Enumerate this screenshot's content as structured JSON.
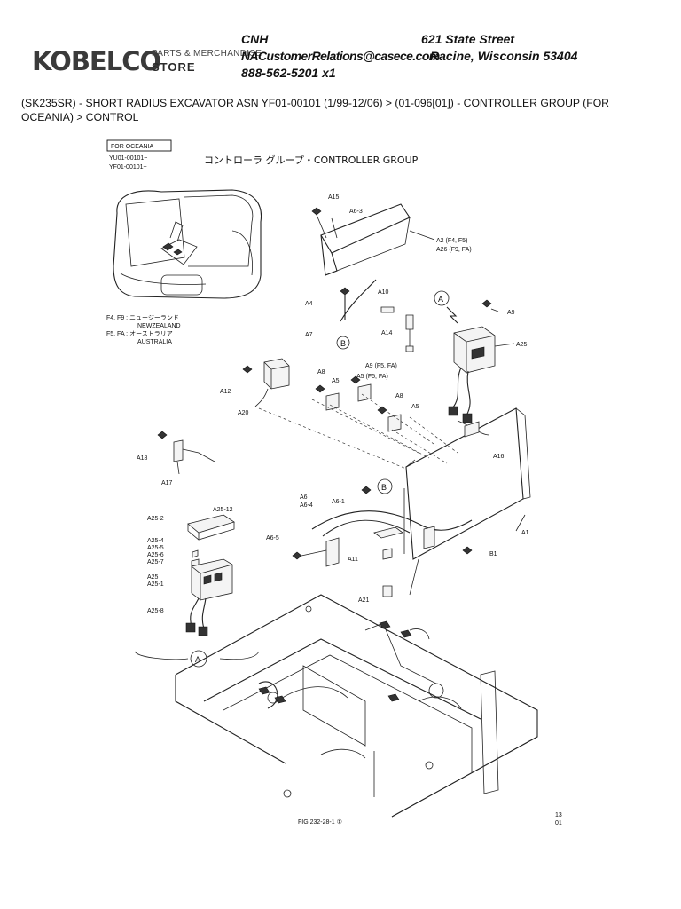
{
  "logo": {
    "brand": "KOBELCO",
    "line1": "PARTS & MERCHANDISE",
    "line2": "STORE"
  },
  "contact": {
    "company": "CNH",
    "email": "NACustomerRelations@casece.com",
    "phone": "888-562-5201 x1",
    "street": "621 State Street",
    "city": "Racine, Wisconsin 53404"
  },
  "breadcrumb": "(SK235SR) - SHORT RADIUS EXCAVATOR ASN YF01-00101 (1/99-12/06) > (01-096[01]) - CONTROLLER GROUP (FOR OCEANIA) > CONTROL",
  "diagram": {
    "box_label": "FOR OCEANIA",
    "serial_1": "YU01-00101~",
    "serial_2": "YF01-00101~",
    "title": "コントローラ グループ・CONTROLLER GROUP",
    "legend_1_jp": "F4, F9 : ニュージーランド",
    "legend_1_en": "NEWZEALAND",
    "legend_2_jp": "F5, FA : オーストラリア",
    "legend_2_en": "AUSTRALIA",
    "fig_number": "FIG 232-28-1 ①",
    "page_top": "13",
    "page_bottom": "01",
    "callouts": {
      "a15": "A15",
      "a6_3": "A6-3",
      "a2": "A2 (F4, F5)",
      "a26": "A26 (F9, FA)",
      "a4": "A4",
      "a10": "A10",
      "a7": "A7",
      "a14": "A14",
      "a9_top": "A9",
      "a25": "A25",
      "a12": "A12",
      "a20": "A20",
      "a8_1": "A8",
      "a5_1": "A5",
      "a9_mid": "A9 (F5, FA)",
      "a5_mid": "A5 (F5, FA)",
      "a8_2": "A8",
      "a5_2": "A5",
      "a16": "A16",
      "a18": "A18",
      "a17": "A17",
      "a25_12": "A25-12",
      "a25_2": "A25-2",
      "a25_4": "A25-4",
      "a25_5": "A25-5",
      "a25_6": "A25-6",
      "a25_7": "A25-7",
      "a25_b": "A25",
      "a25_1": "A25-1",
      "a25_8": "A25-8",
      "a6": "A6",
      "a6_4": "A6-4",
      "a6_1": "A6-1",
      "a6_5": "A6-5",
      "a11": "A11",
      "b1": "B1",
      "a1": "A1",
      "a21": "A21",
      "ref_a": "A",
      "ref_b": "B"
    }
  }
}
